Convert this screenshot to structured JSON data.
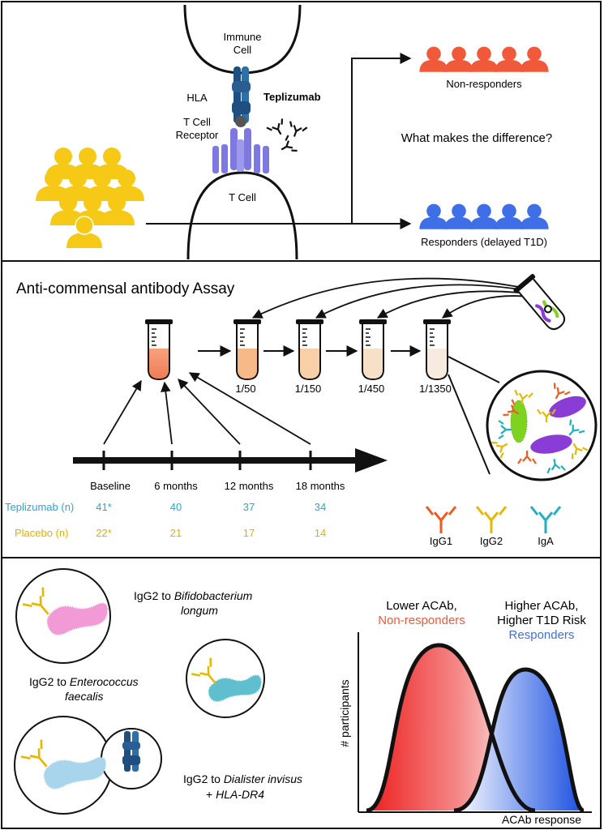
{
  "panel1": {
    "immune_cell_label": [
      "Immune",
      "Cell"
    ],
    "hla_label": "HLA",
    "tcr_label": [
      "T Cell",
      "Receptor"
    ],
    "tcell_label": "T Cell",
    "drug_label": "Teplizumab",
    "nonresponders_label": "Non-responders",
    "responders_label": "Responders  (delayed T1D)",
    "question": "What makes the difference?",
    "colors": {
      "nonresponders": "#f05a3a",
      "responders": "#3f6fe6",
      "cohort": "#f5c916"
    }
  },
  "panel2": {
    "title": "Anti-commensal antibody Assay",
    "dilutions": [
      "1/50",
      "1/150",
      "1/450",
      "1/1350"
    ],
    "timepoints": [
      "Baseline",
      "6 months",
      "12 months",
      "18 months"
    ],
    "teplizumab": {
      "label": "Teplizumab  (n)",
      "counts": [
        "41*",
        "40",
        "37",
        "34"
      ],
      "color": "#2aa6d8"
    },
    "placebo": {
      "label": "Placebo  (n)",
      "counts": [
        "22*",
        "21",
        "17",
        "14"
      ],
      "color": "#e0b000"
    },
    "antibodies": [
      {
        "label": "IgG1",
        "color": "#f05a1e"
      },
      {
        "label": "IgG2",
        "color": "#e6b800"
      },
      {
        "label": "IgA",
        "color": "#1fb0bf"
      }
    ]
  },
  "panel3": {
    "bifido": {
      "prefix": "IgG2 to ",
      "organism": "Bifidobacterium",
      "organism_line2": "longum"
    },
    "entero": {
      "prefix": "IgG2 to ",
      "organism": "Enterococcus",
      "organism_line2": "faecalis"
    },
    "dialister": {
      "prefix": "IgG2 to ",
      "organism": "Dialister invisus",
      "line2": "+ ",
      "hla": "HLA-DR4"
    },
    "lower_label": "Lower ACAb,",
    "nonresp_label": "Non-responders",
    "higher_label": "Higher ACAb,",
    "higher_risk_label": "Higher T1D Risk",
    "resp_label": "Responders",
    "ylabel": "# participants",
    "xlabel": "ACAb response"
  }
}
